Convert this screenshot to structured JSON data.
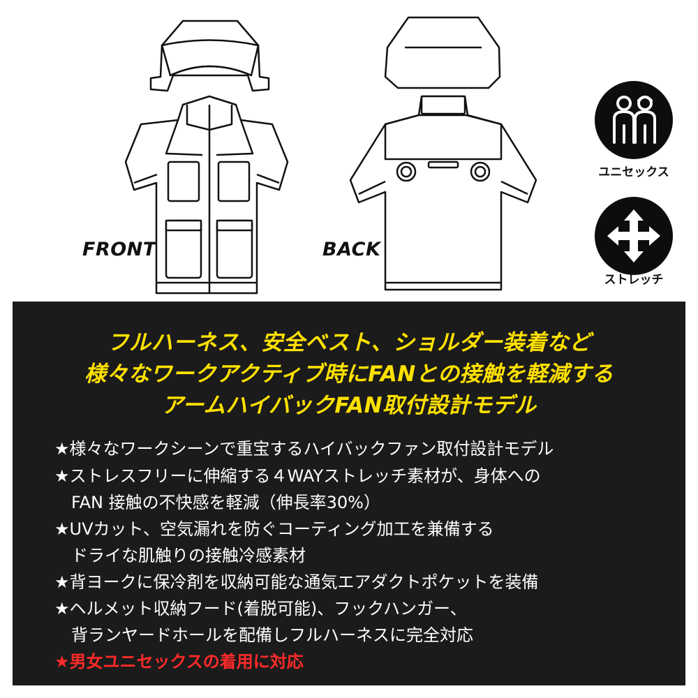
{
  "labels": {
    "front": "FRONT",
    "back": "BACK"
  },
  "badges": [
    {
      "icon": "unisex-people-icon",
      "label": "ユニセックス"
    },
    {
      "icon": "stretch-arrows-icon",
      "label": "ストレッチ"
    }
  ],
  "headline": [
    "フルハーネス、安全ベスト、ショルダー装着など",
    "様々なワークアクティブ時にFANとの接触を軽減する",
    "アームハイバックFAN取付設計モデル"
  ],
  "features": [
    "★様々なワークシーンで重宝するハイバックファン取付設計モデル",
    "★ストレスフリーに伸縮する４WAYストレッチ素材が、身体への",
    "　FAN 接触の不快感を軽減（伸長率30%）",
    "★UVカット、空気漏れを防ぐコーティング加工を兼備する",
    "　ドライな肌触りの接触冷感素材",
    "★背ヨークに保冷剤を収納可能な通気エアダクトポケットを装備",
    "★ヘルメット収納フード(着脱可能)、フックハンガー、",
    "　背ランヤードホールを配備しフルハーネスに完全対応"
  ],
  "highlight": "★男女ユニセックスの着用に対応",
  "colors": {
    "headline": "#ffe100",
    "highlight": "#ff2a2a",
    "panel": "#1b1b1b"
  }
}
